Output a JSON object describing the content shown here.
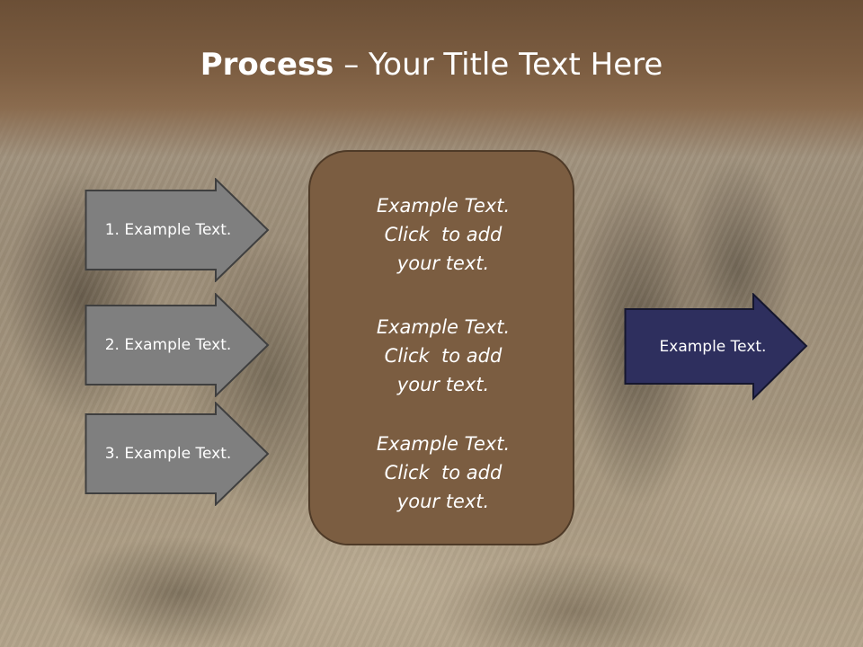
{
  "title": {
    "bold": "Process",
    "rest": " – Your Title Text Here"
  },
  "left_arrows": [
    {
      "label": "1. Example Text."
    },
    {
      "label": "2. Example Text."
    },
    {
      "label": "3. Example Text."
    }
  ],
  "center_box": {
    "paragraphs": [
      "Example Text.\nClick  to add\nyour text.",
      "Example Text.\nClick  to add\nyour text.",
      "Example Text.\nClick  to add\nyour text."
    ]
  },
  "right_arrow": {
    "label": "Example Text."
  },
  "colors": {
    "title_band": "#7d5e42",
    "left_arrow_fill": "#7f7f7f",
    "center_box_fill": "#7b5d41",
    "right_arrow_fill": "#2e2f5e"
  }
}
